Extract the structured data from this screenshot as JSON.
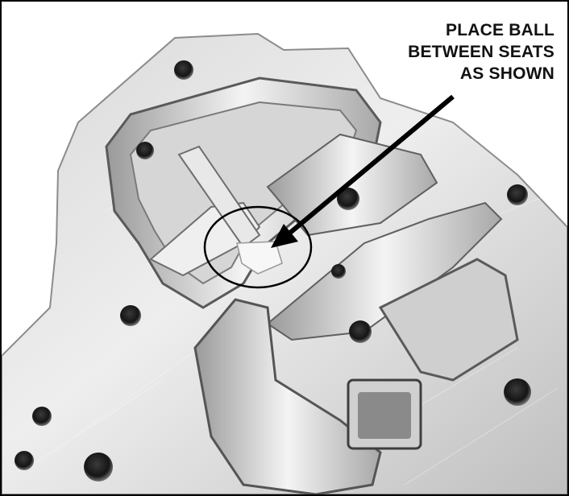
{
  "callout": {
    "lines": [
      "PLACE BALL",
      "BETWEEN SEATS",
      "AS SHOWN"
    ]
  },
  "colors": {
    "border": "#000000",
    "metal_light": "#e6e6e6",
    "metal_mid": "#bdbdbd",
    "metal_dark": "#6e6e6e",
    "hole": "#1a1a1a",
    "text": "#111111"
  }
}
